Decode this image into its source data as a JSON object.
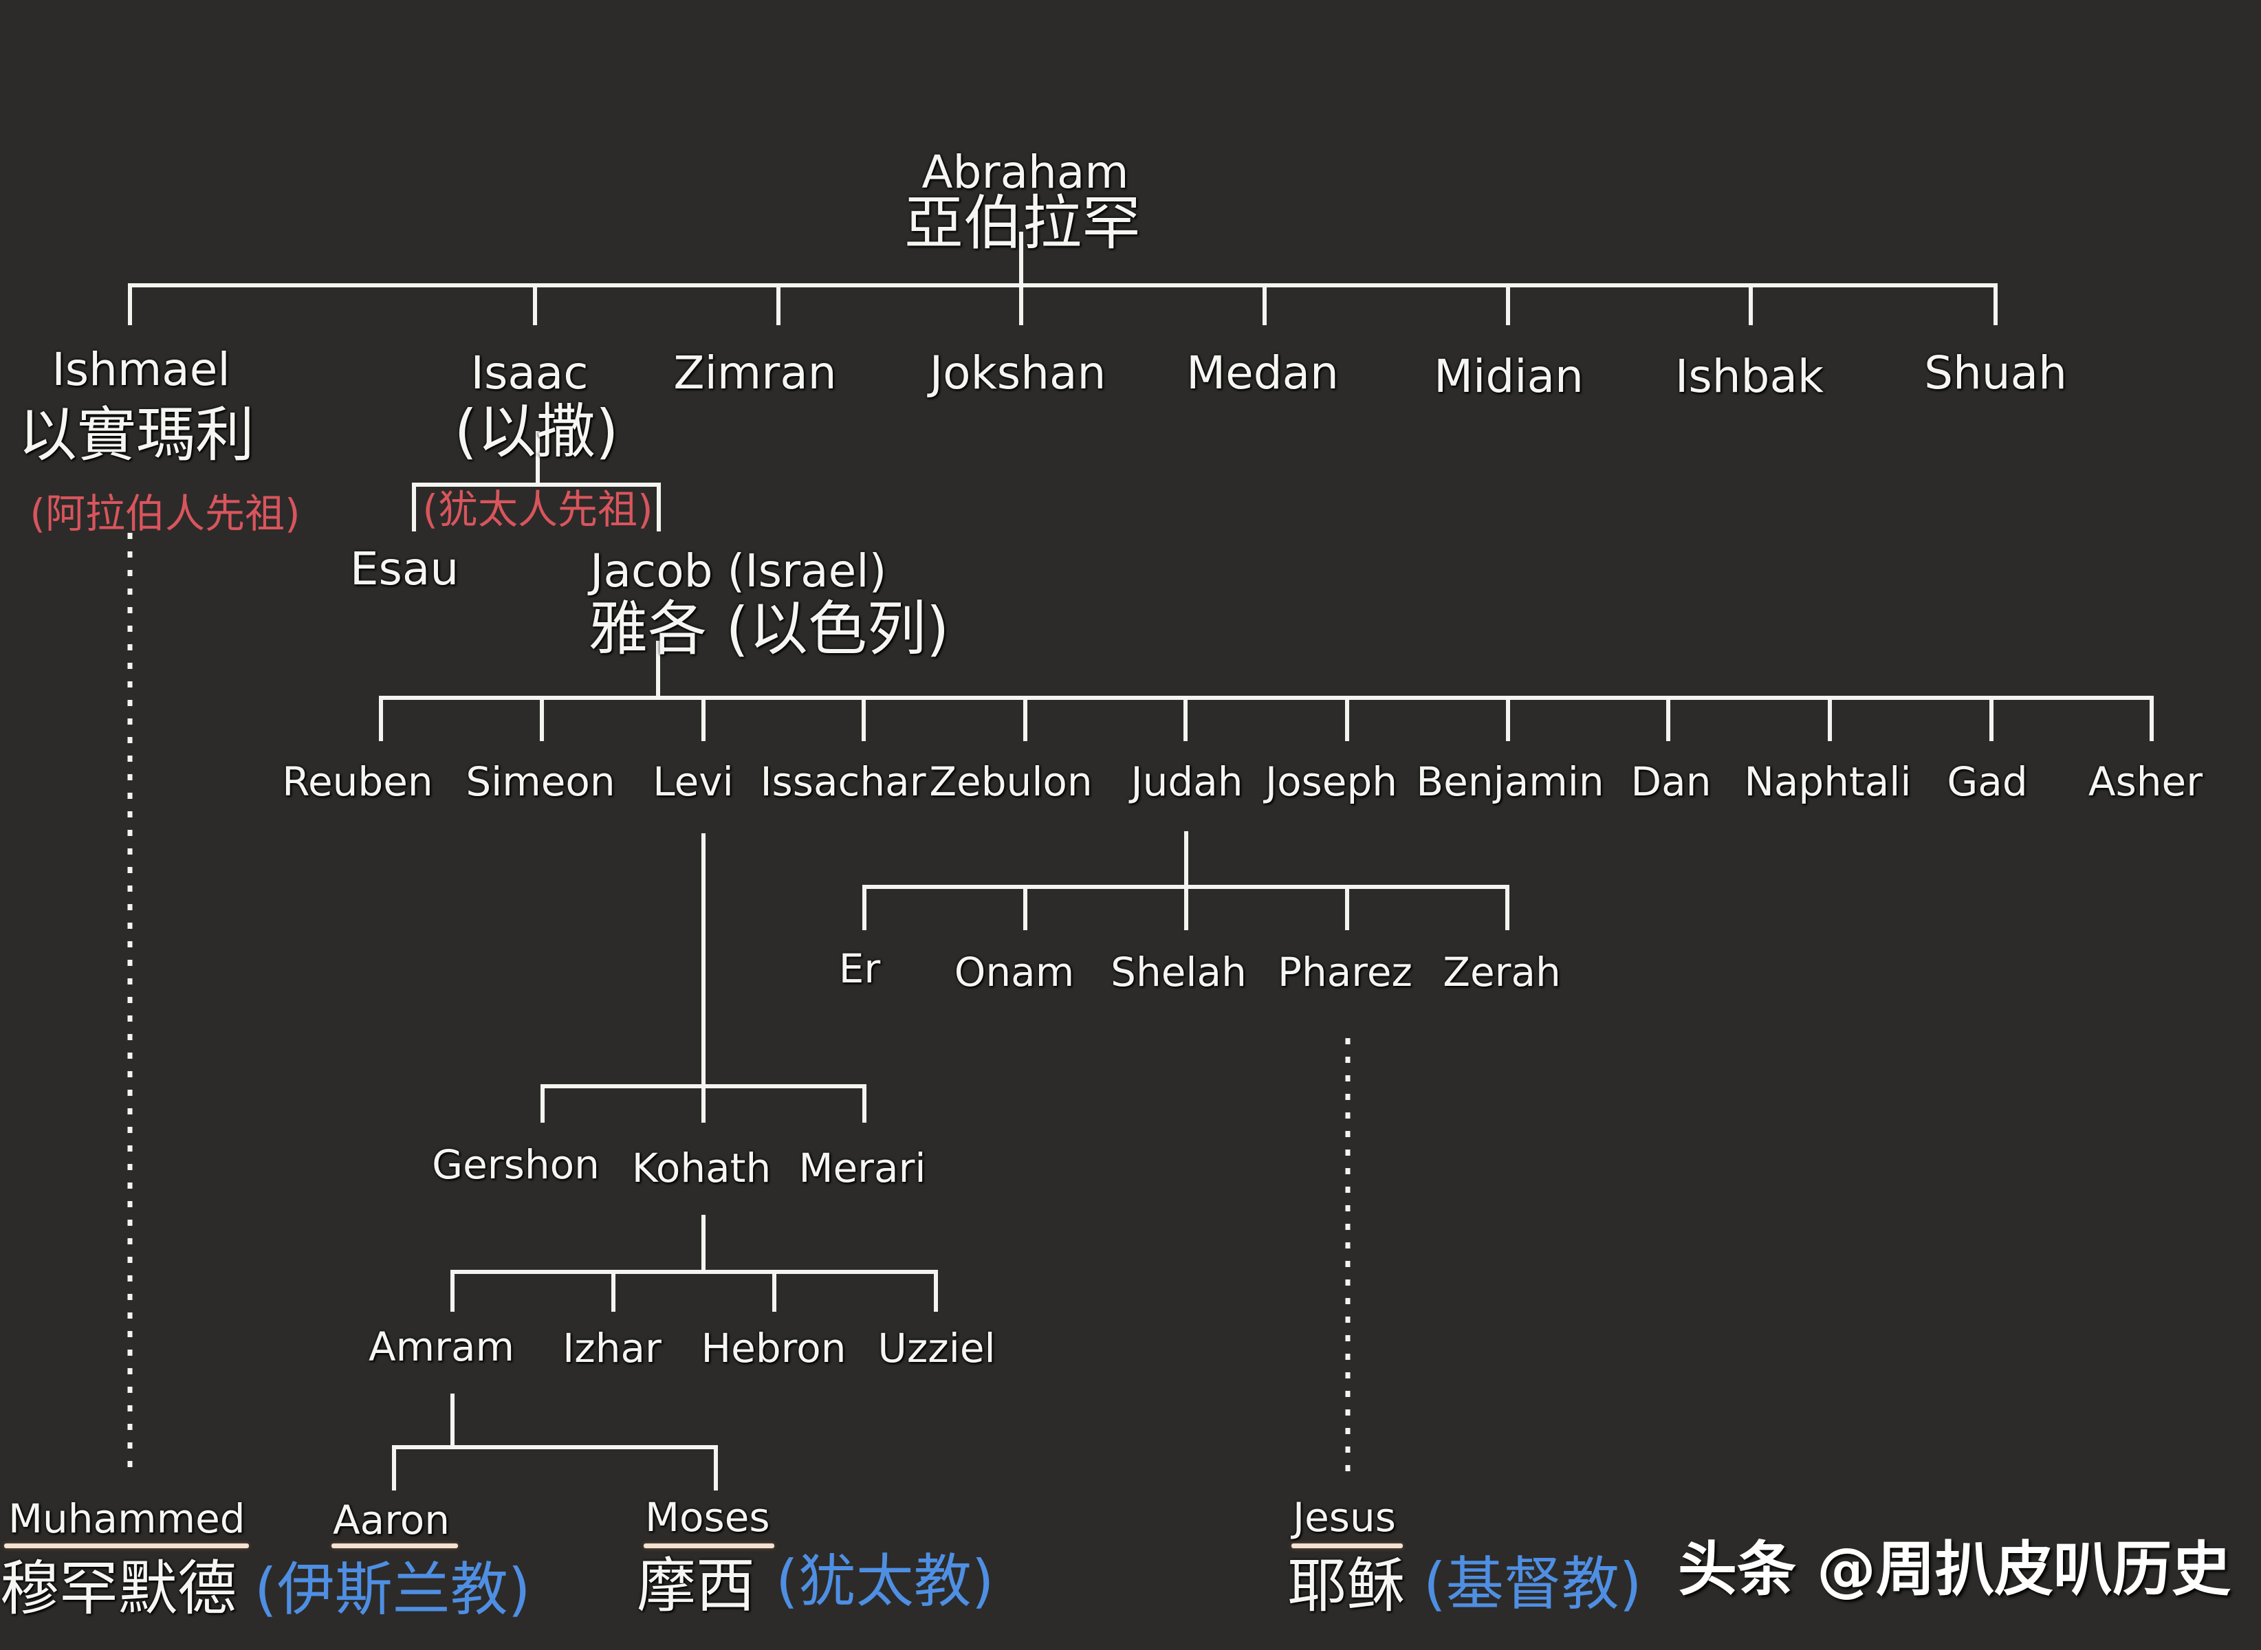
{
  "title": "Abrahamic family tree",
  "root": {
    "en": "Abraham",
    "zh": "亞伯拉罕"
  },
  "abraham_children": [
    {
      "en": "Ishmael",
      "zh": "以實瑪利",
      "note": "(阿拉伯人先祖)"
    },
    {
      "en": "Isaac",
      "zh": "(以撒)",
      "note": "(犹太人先祖)"
    },
    {
      "en": "Zimran"
    },
    {
      "en": "Jokshan"
    },
    {
      "en": "Medan"
    },
    {
      "en": "Midian"
    },
    {
      "en": "Ishbak"
    },
    {
      "en": "Shuah"
    }
  ],
  "isaac_children": [
    {
      "en": "Esau"
    },
    {
      "en": "Jacob (Israel)",
      "zh": "雅各 (以色列)"
    }
  ],
  "jacob_children": [
    "Reuben",
    "Simeon",
    "Levi",
    "Issachar",
    "Zebulon",
    "Judah",
    "Joseph",
    "Benjamin",
    "Dan",
    "Naphtali",
    "Gad",
    "Asher"
  ],
  "judah_children": [
    "Er",
    "Onam",
    "Shelah",
    "Pharez",
    "Zerah"
  ],
  "levi_children": [
    "Gershon",
    "Kohath",
    "Merari"
  ],
  "kohath_children": [
    "Amram",
    "Izhar",
    "Hebron",
    "Uzziel"
  ],
  "amram_children": [
    "Aaron",
    "Moses"
  ],
  "founders": [
    {
      "en": "Muhammed",
      "zh": "穆罕默德",
      "religion": "(伊斯兰教)"
    },
    {
      "en": "Aaron"
    },
    {
      "en": "Moses",
      "zh": "摩西",
      "religion": "(犹太教)"
    },
    {
      "en": "Jesus",
      "zh": "耶稣",
      "religion": "(基督教)"
    }
  ],
  "watermark": "头条 @周扒皮叭历史",
  "colors": {
    "background": "#2c2b29",
    "line": "#f4f4f0",
    "ancestor_note": "#d9555d",
    "religion": "#4f8fe3"
  }
}
